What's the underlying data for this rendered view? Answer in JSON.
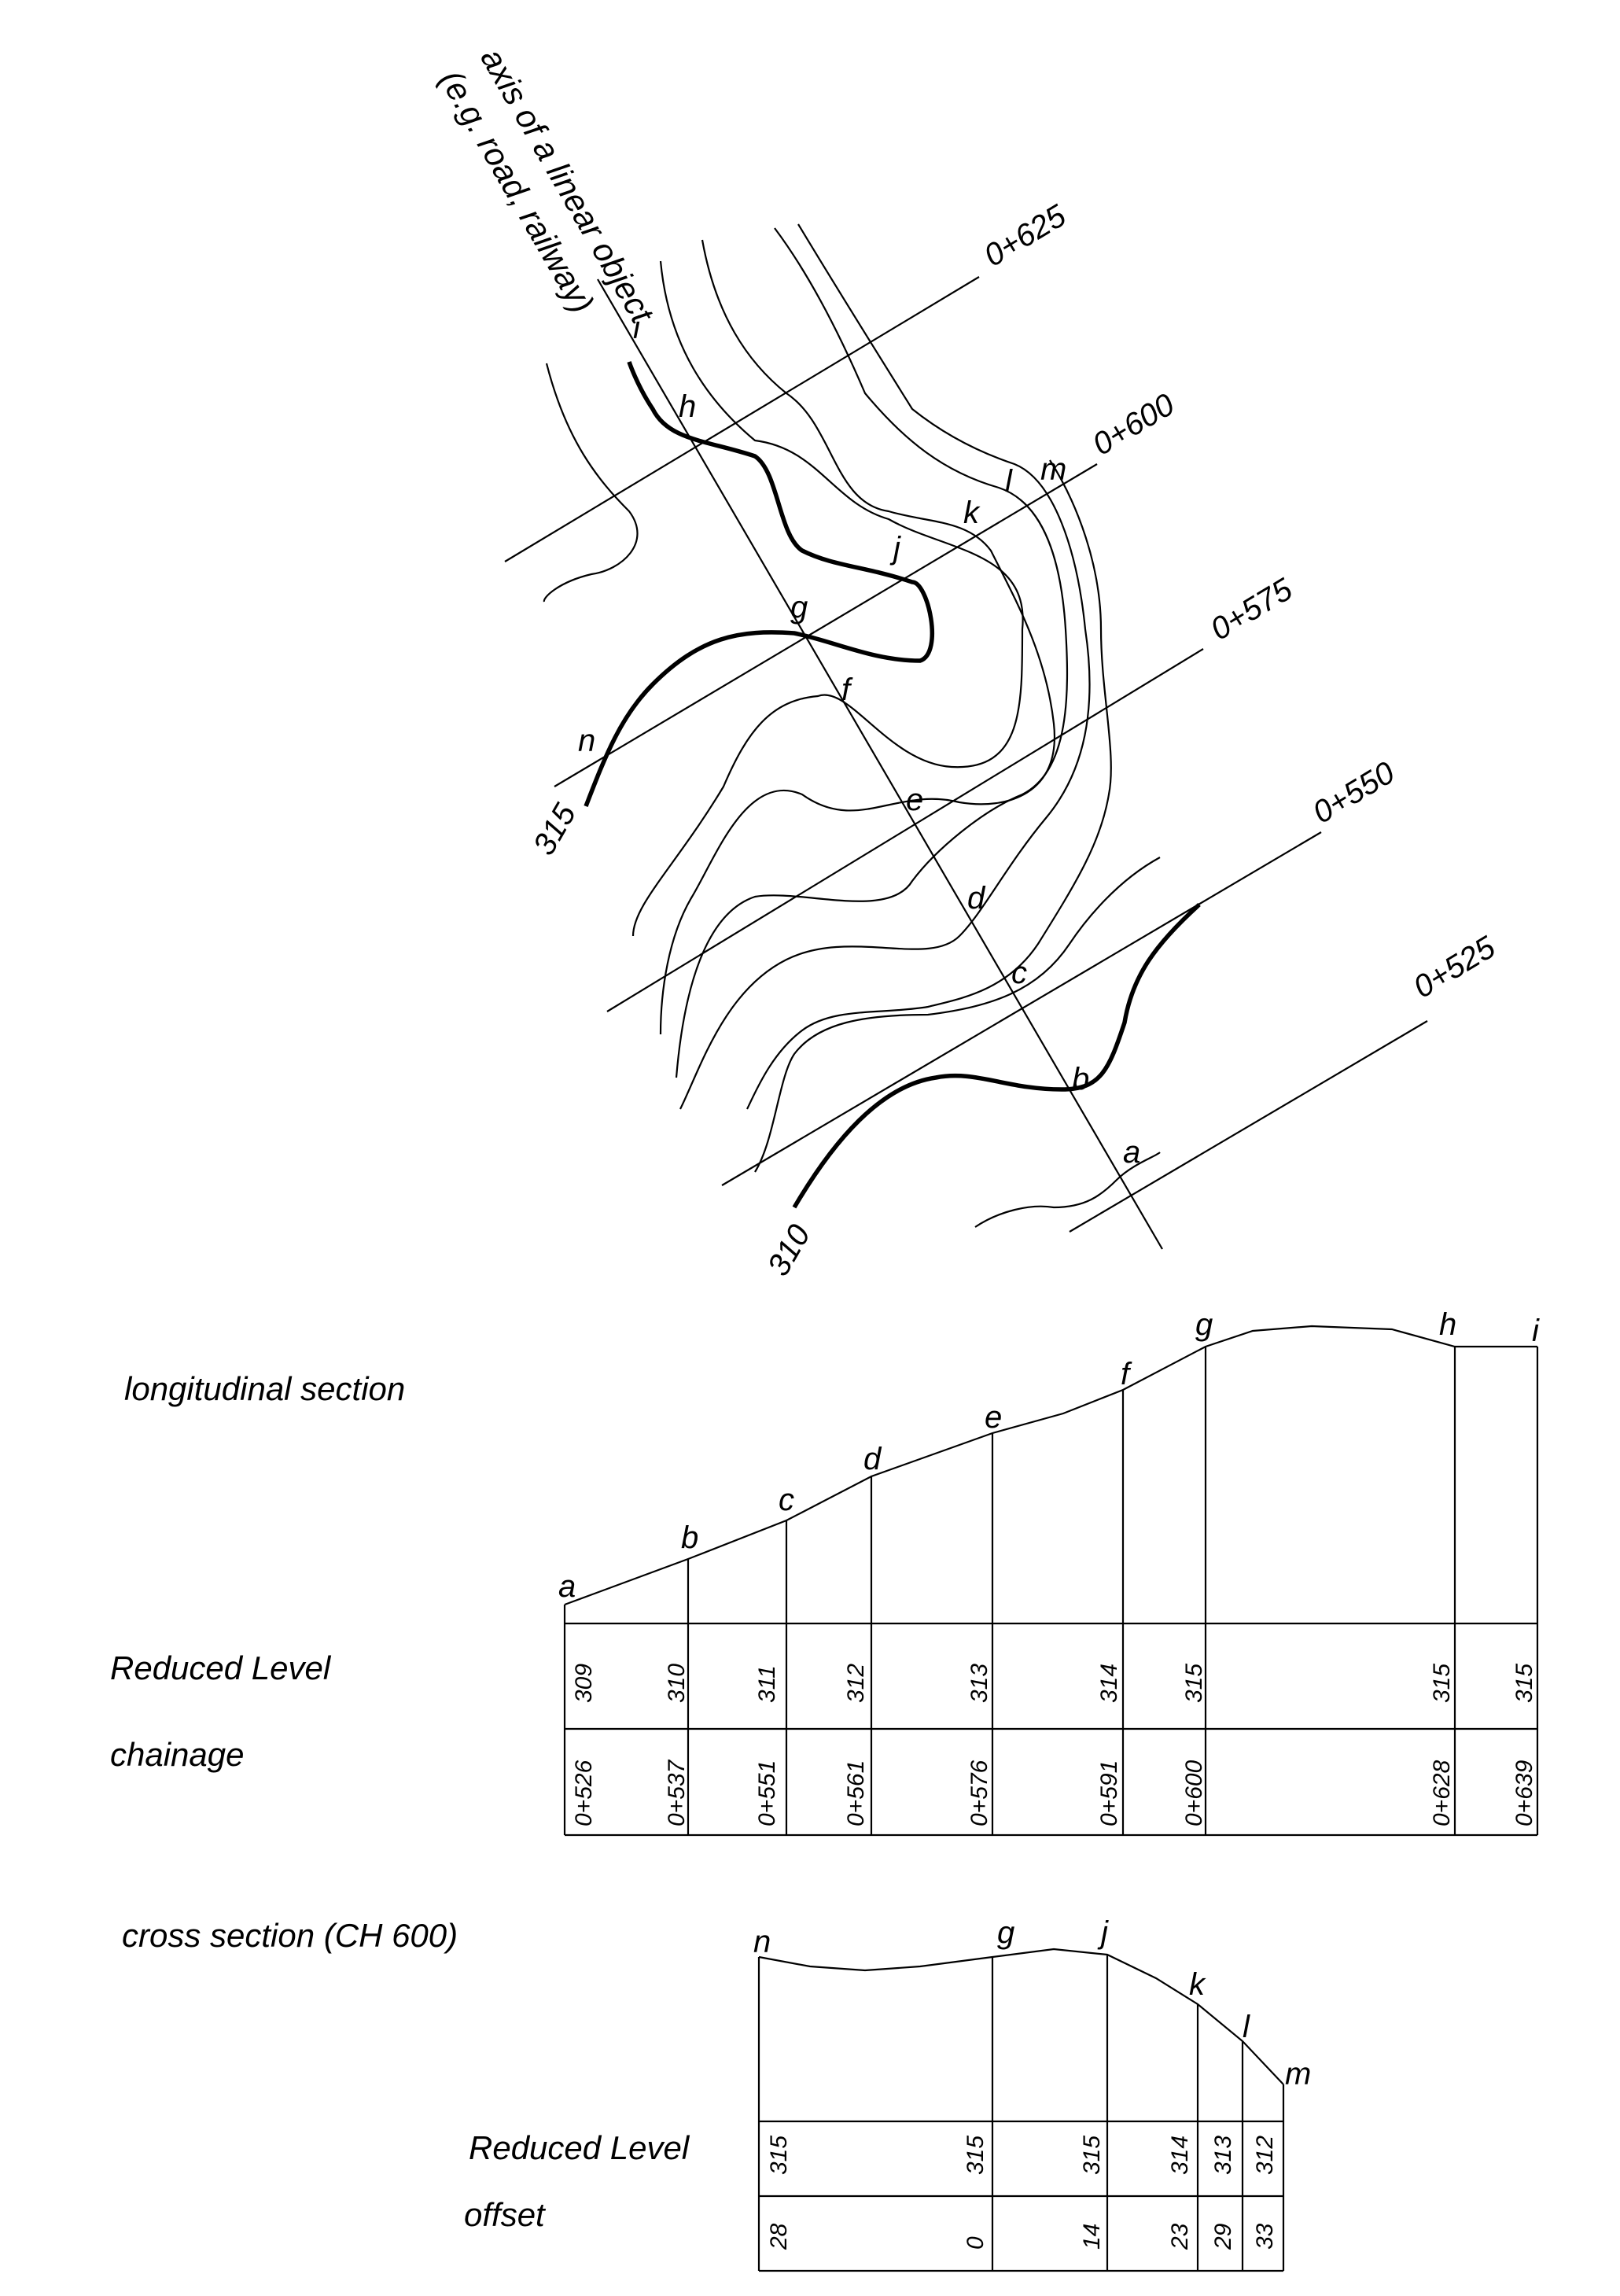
{
  "plan": {
    "axis_label_line1": "axis of a linear object",
    "axis_label_line2": "(e.g. road, railway)",
    "chainage_lines": [
      "0+625",
      "0+600",
      "0+575",
      "0+550",
      "0+525"
    ],
    "contour_labels": [
      "315",
      "310"
    ],
    "axis_points": [
      "a",
      "b",
      "c",
      "d",
      "e",
      "f",
      "g",
      "h",
      "i"
    ],
    "cross_points": [
      "j",
      "k",
      "l",
      "m",
      "n"
    ]
  },
  "longitudinal": {
    "title": "longitudinal section",
    "row_labels": [
      "Reduced Level",
      "chainage"
    ],
    "points": [
      "a",
      "b",
      "c",
      "d",
      "e",
      "f",
      "g",
      "h",
      "i"
    ],
    "reduced_levels": [
      "309",
      "310",
      "311",
      "312",
      "313",
      "314",
      "315",
      "315",
      "315"
    ],
    "chainages": [
      "0+526",
      "0+537",
      "0+551",
      "0+561",
      "0+576",
      "0+591",
      "0+600",
      "0+628",
      "0+639"
    ]
  },
  "cross": {
    "title": "cross section (CH 600)",
    "row_labels": [
      "Reduced Level",
      "offset"
    ],
    "points": [
      "n",
      "g",
      "j",
      "k",
      "l",
      "m"
    ],
    "reduced_levels": [
      "315",
      "315",
      "315",
      "314",
      "313",
      "312"
    ],
    "offsets": [
      "28",
      "0",
      "14",
      "23",
      "29",
      "33"
    ]
  }
}
